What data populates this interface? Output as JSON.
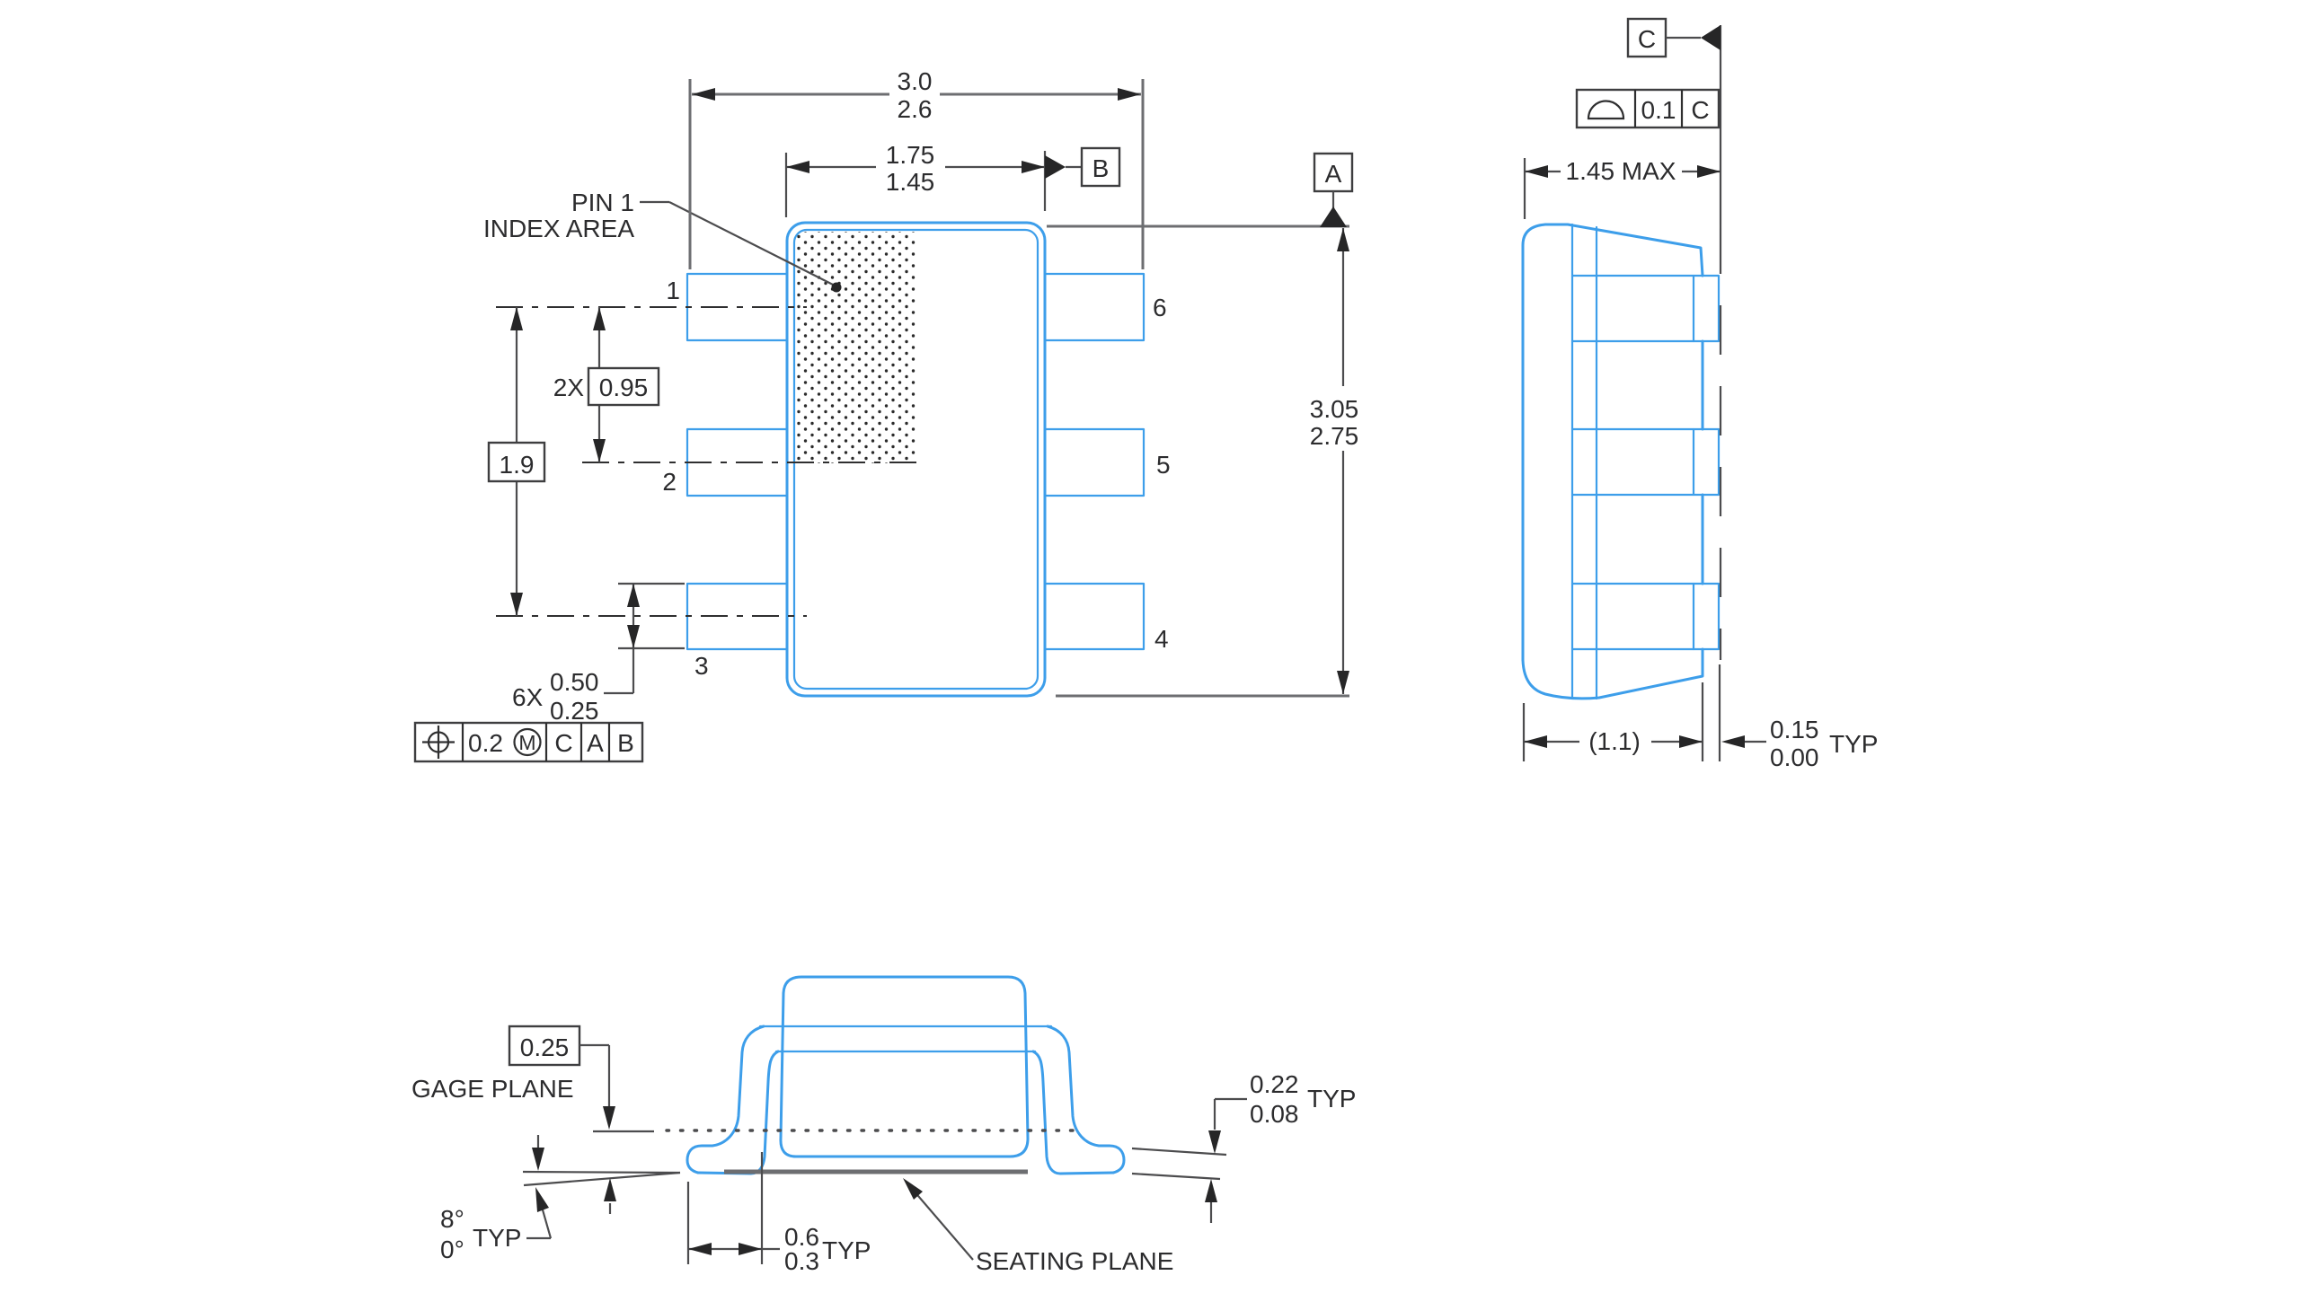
{
  "colors": {
    "outline_blue": "#3d9eea",
    "dimension_gray": "#4c4c4e",
    "text_dark": "#2c2c2e"
  },
  "drawing": {
    "top_view": {
      "pin1_label_line1": "PIN 1",
      "pin1_label_line2": "INDEX AREA",
      "pins": {
        "p1": "1",
        "p2": "2",
        "p3": "3",
        "p4": "4",
        "p5": "5",
        "p6": "6"
      },
      "dim_span_max": "3.0",
      "dim_span_min": "2.6",
      "dim_body_width_max": "1.75",
      "dim_body_width_min": "1.45",
      "dim_body_length_max": "3.05",
      "dim_body_length_min": "2.75",
      "dim_pitch_prefix": "2X",
      "dim_pitch_value": "0.95",
      "dim_span_pins_value": "1.9",
      "dim_lead_width_prefix": "6X",
      "dim_lead_width_max": "0.50",
      "dim_lead_width_min": "0.25",
      "datum_a": "A",
      "datum_b": "B",
      "fcf_tolerance": "0.2",
      "fcf_modifier": "M",
      "fcf_datum1": "C",
      "fcf_datum2": "A",
      "fcf_datum3": "B"
    },
    "side_view": {
      "datum_c": "C",
      "profile_tolerance": "0.1",
      "profile_datum": "C",
      "dim_height": "1.45 MAX",
      "dim_body_ref": "(1.1)",
      "dim_standoff_max": "0.15",
      "dim_standoff_min": "0.00",
      "dim_standoff_suffix": "TYP"
    },
    "front_view": {
      "dim_gage": "0.25",
      "gage_plane_label": "GAGE PLANE",
      "dim_lead_thickness_max": "0.22",
      "dim_lead_thickness_min": "0.08",
      "dim_lead_thickness_suffix": "TYP",
      "dim_angle_max": "8°",
      "dim_angle_min": "0°",
      "dim_angle_suffix": "TYP",
      "dim_foot_max": "0.6",
      "dim_foot_min": "0.3",
      "dim_foot_suffix": "TYP",
      "seating_plane_label": "SEATING PLANE"
    }
  }
}
